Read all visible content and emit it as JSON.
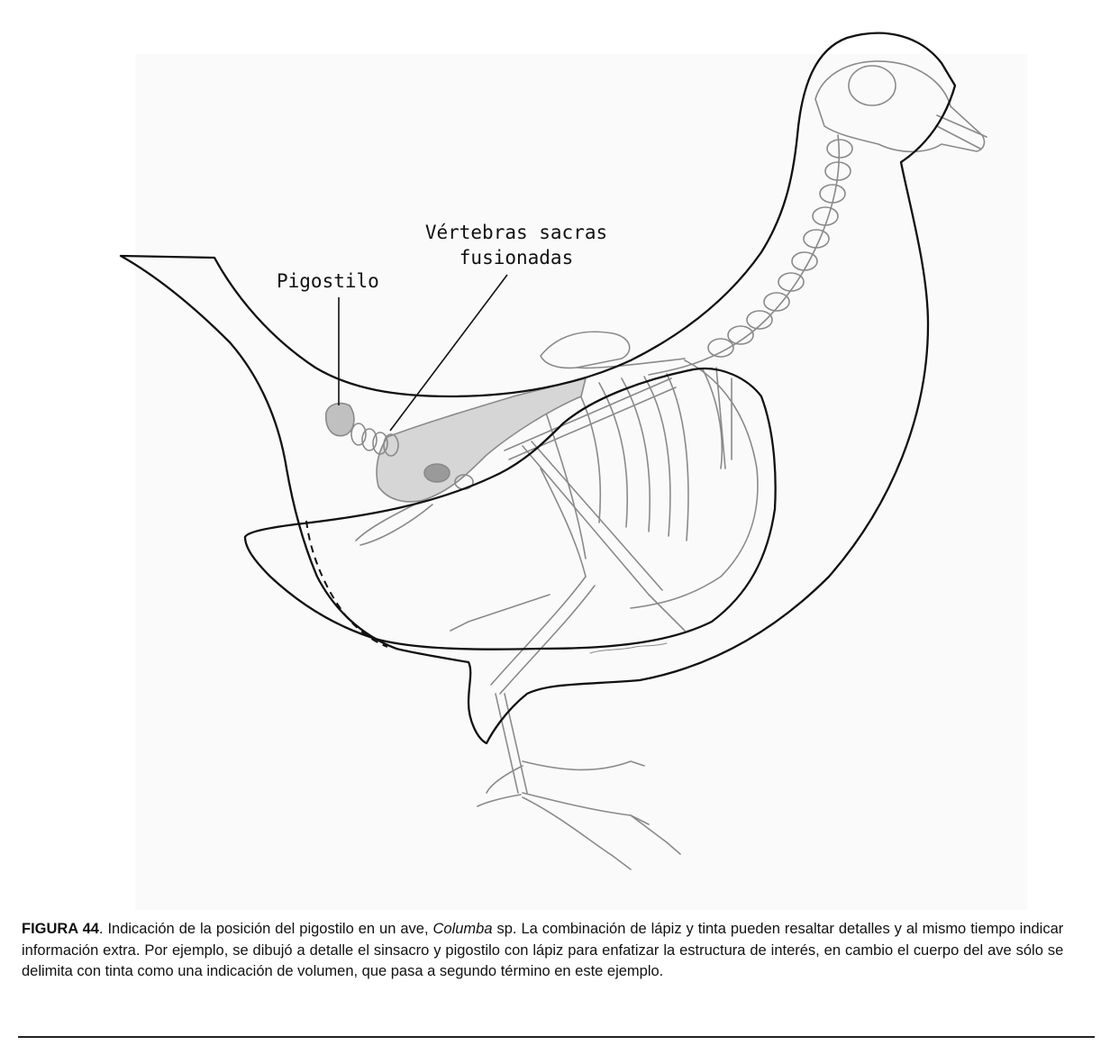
{
  "labels": {
    "pygostyle": "Pigostilo",
    "sacral_line1": "Vértebras sacras",
    "sacral_line2": "fusionadas"
  },
  "caption": {
    "figure_number": "FIGURA 44",
    "text_before_species": ". Indicación de la posición del pigostilo en un ave, ",
    "species": "Columba",
    "text_after_species": " sp. La combinación de lápiz y tinta pueden resaltar detalles y al mismo tiempo indicar información extra. Por ejemplo, se dibujó a detalle el sinsacro y pigostilo con lápiz para enfatizar la estructura de interés, en cambio el cuerpo del ave sólo se delimita con tinta como una indicación de volumen, que pasa a segundo término en este ejemplo."
  },
  "colors": {
    "ink_outline": "#111111",
    "pencil_bone": "#8a8a8a",
    "pencil_shade": "#c8c8c8",
    "background": "#ffffff"
  }
}
